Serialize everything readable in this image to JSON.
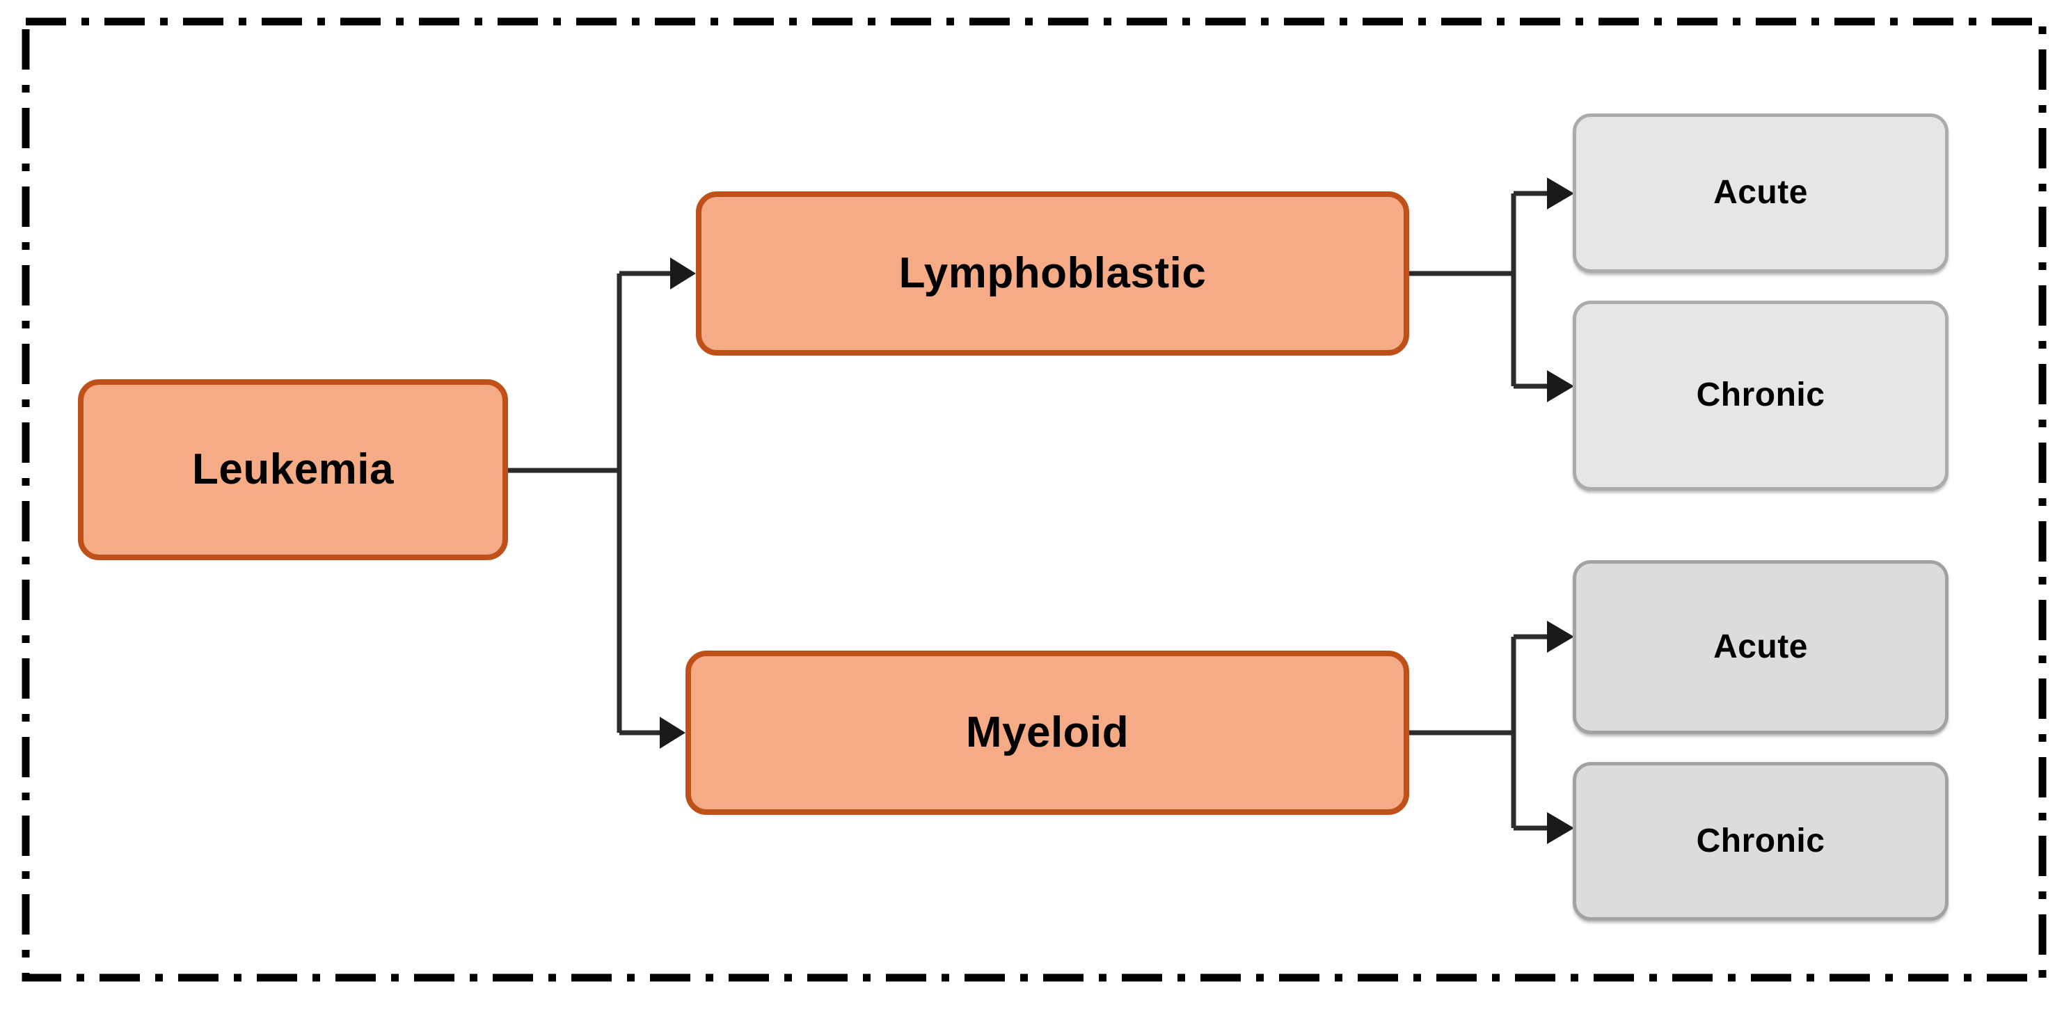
{
  "diagram": {
    "title": "Leukemia classification tree",
    "type": "hierarchy-flowchart",
    "frame": {
      "style": "dash-dot",
      "color": "#000000"
    },
    "colors": {
      "primary_fill": "#F4AB86",
      "primary_border": "#C0501A",
      "secondary_fill": "#E6E6E6",
      "secondary_border": "#ABABAB",
      "connector": "#2b2b2b",
      "text": "#000000"
    },
    "nodes": {
      "root": {
        "label": "Leukemia"
      },
      "lymphoblastic": {
        "label": "Lymphoblastic"
      },
      "myeloid": {
        "label": "Myeloid"
      },
      "acute_lymphoblastic": {
        "label": "Acute"
      },
      "chronic_lymphoblastic": {
        "label": "Chronic"
      },
      "acute_myeloid": {
        "label": "Acute"
      },
      "chronic_myeloid": {
        "label": "Chronic"
      }
    },
    "edges": [
      {
        "from": "Leukemia",
        "to": "Lymphoblastic"
      },
      {
        "from": "Leukemia",
        "to": "Myeloid"
      },
      {
        "from": "Lymphoblastic",
        "to": "Acute"
      },
      {
        "from": "Lymphoblastic",
        "to": "Chronic"
      },
      {
        "from": "Myeloid",
        "to": "Acute"
      },
      {
        "from": "Myeloid",
        "to": "Chronic"
      }
    ]
  }
}
